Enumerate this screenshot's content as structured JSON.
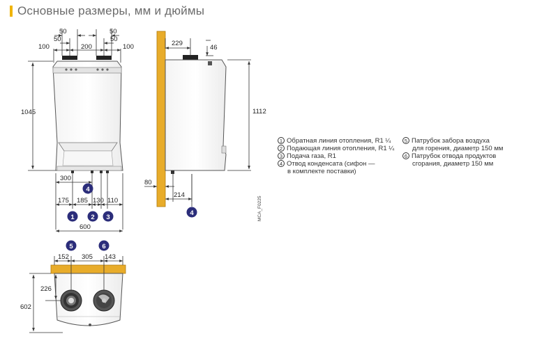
{
  "title": "Основные размеры, мм и дюймы",
  "code": "MCA_F0225",
  "front_view": {
    "top_dims": [
      "50",
      "50",
      "50",
      "50",
      "100",
      "200",
      "100"
    ],
    "height": "1045",
    "bottom_dims": [
      "300",
      "175",
      "185",
      "130",
      "110",
      "600"
    ],
    "markers": [
      "4",
      "1",
      "2",
      "3"
    ]
  },
  "side_view": {
    "depth": "229",
    "top_offset": "46",
    "height": "1112",
    "wall_offset": "80",
    "bottom_depth": "214",
    "marker": "4"
  },
  "top_view": {
    "markers": [
      "5",
      "6"
    ],
    "dims": [
      "152",
      "305",
      "143"
    ],
    "depth": "226",
    "total": "602"
  },
  "legend": {
    "left": [
      {
        "num": "1",
        "lines": [
          "Обратная линия отопления, R1 ¼"
        ]
      },
      {
        "num": "2",
        "lines": [
          "Подающая линия отопления, R1 ¼"
        ]
      },
      {
        "num": "3",
        "lines": [
          "Подача газа, R1"
        ]
      },
      {
        "num": "4",
        "lines": [
          "Отвод конденсата (сифон —",
          "в комплекте поставки)"
        ]
      }
    ],
    "right": [
      {
        "num": "5",
        "lines": [
          "Патрубок забора воздуха",
          "для горения, диаметр 150 мм"
        ]
      },
      {
        "num": "6",
        "lines": [
          "Патрубок отвода продуктов",
          "сгорания, диаметр 150 мм"
        ]
      }
    ]
  },
  "colors": {
    "accent": "#f0b400",
    "wall": "#e8ac2a",
    "marker": "#2b2d7a",
    "line": "#333333"
  }
}
